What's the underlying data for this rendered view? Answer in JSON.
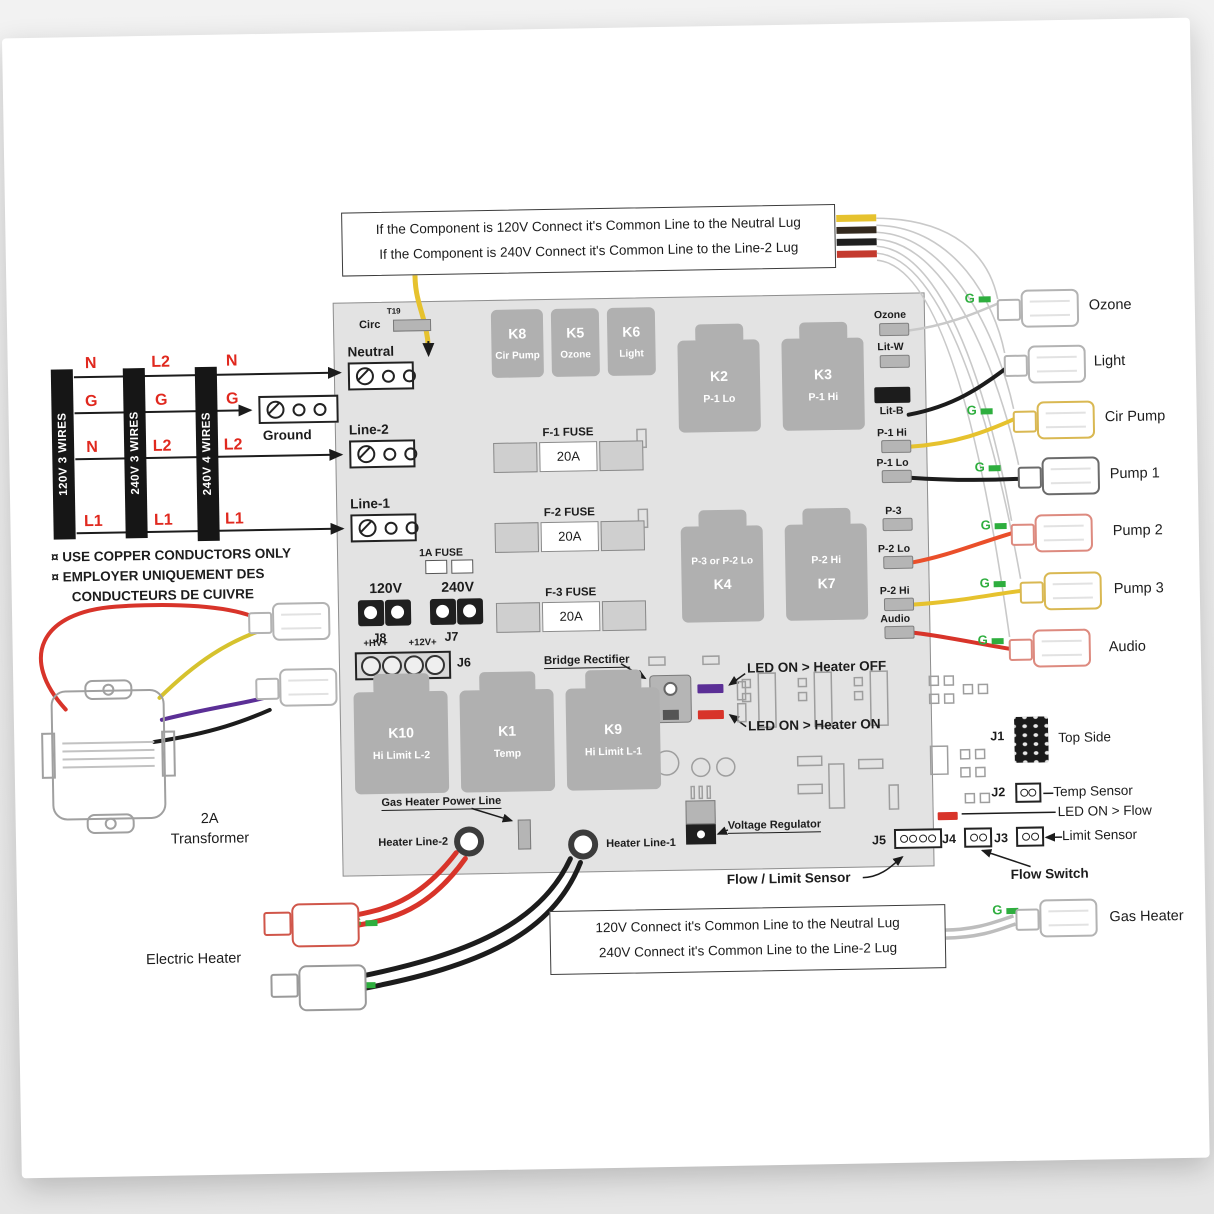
{
  "notes": {
    "top1": "If the Component is 120V Connect it's Common Line to the Neutral Lug",
    "top2": "If the Component is 240V Connect it's Common Line to the Line-2 Lug",
    "bottom1": "120V Connect it's Common Line to the Neutral Lug",
    "bottom2": "240V Connect it's Common Line to the Line-2 Lug",
    "copper1": "¤ USE COPPER CONDUCTORS ONLY",
    "copper2": "¤ EMPLOYER UNIQUEMENT DES",
    "copper3": "CONDUCTEURS DE CUIVRE"
  },
  "supply": {
    "bars": [
      "120V 3 WIRES",
      "240V 3 WIRES",
      "240V 4 WIRES"
    ],
    "rows": [
      [
        "N",
        "L2",
        "N"
      ],
      [
        "G",
        "G",
        "G"
      ],
      [
        "N",
        "L2",
        "L2"
      ],
      [
        "L1",
        "L1",
        "L1"
      ]
    ],
    "ground": "Ground"
  },
  "board": {
    "t19": "T19",
    "circ": "Circ",
    "lugs": {
      "neutral": "Neutral",
      "line2": "Line-2",
      "line1": "Line-1"
    },
    "relays_small": [
      {
        "id": "K8",
        "name": "Cir Pump"
      },
      {
        "id": "K5",
        "name": "Ozone"
      },
      {
        "id": "K6",
        "name": "Light"
      }
    ],
    "relays_mid": [
      {
        "top": "K2",
        "bottom": "P-1 Lo"
      },
      {
        "top": "K3",
        "bottom": "P-1 Hi"
      },
      {
        "top": "P-3 or P-2 Lo",
        "bottom": "K4"
      },
      {
        "top": "P-2 Hi",
        "bottom": "K7"
      }
    ],
    "relays_low": [
      {
        "top": "K10",
        "bottom": "Hi Limit L-2"
      },
      {
        "top": "K1",
        "bottom": "Temp"
      },
      {
        "top": "K9",
        "bottom": "Hi Limit L-1"
      }
    ],
    "fuses": [
      {
        "name": "F-1 FUSE",
        "rating": "20A"
      },
      {
        "name": "F-2 FUSE",
        "rating": "20A"
      },
      {
        "name": "F-3 FUSE",
        "rating": "20A"
      }
    ],
    "fuse_1a": "1A FUSE",
    "v120": "120V",
    "v240": "240V",
    "j8": "J8",
    "j7": "J7",
    "j6": "J6",
    "hv": "+HV+",
    "v12": "+12V+",
    "bridge_rectifier": "Bridge Rectifier",
    "led_heater_off": "LED ON > Heater OFF",
    "led_heater_on": "LED ON > Heater ON",
    "gas_heater_power_line": "Gas Heater Power Line",
    "heater_line2": "Heater Line-2",
    "heater_line1": "Heater Line-1",
    "voltage_regulator": "Voltage Regulator",
    "ports": [
      "Ozone",
      "Lit-W",
      "Lit-B",
      "P-1 Hi",
      "P-1 Lo",
      "P-3",
      "P-2 Lo",
      "P-2 Hi",
      "Audio"
    ],
    "j1": "J1",
    "j2": "J2",
    "j3": "J3",
    "j4": "J4",
    "j5": "J5",
    "flow_limit_sensor": "Flow / Limit Sensor",
    "flow_switch": "Flow Switch"
  },
  "right": {
    "outputs": [
      "Ozone",
      "Light",
      "Cir Pump",
      "Pump 1",
      "Pump 2",
      "Pump 3",
      "Audio"
    ],
    "gas_heater": "Gas Heater",
    "top_side": "Top Side",
    "temp_sensor": "Temp Sensor",
    "led_flow": "LED ON > Flow",
    "limit_sensor": "Limit Sensor",
    "ground_mark": "G"
  },
  "left": {
    "transformer_l1": "2A",
    "transformer_l2": "Transformer",
    "electric_heater": "Electric Heater"
  },
  "colors": {
    "yellow": "#e6c22e",
    "red": "#d8342a",
    "orange": "#ea4f2a",
    "purple": "#5b2f96",
    "black": "#1c1c1c",
    "green": "#2eae3e",
    "grey_wire": "#c9c9c9",
    "board": "#e3e3e3",
    "relay": "#b0b0b0"
  }
}
